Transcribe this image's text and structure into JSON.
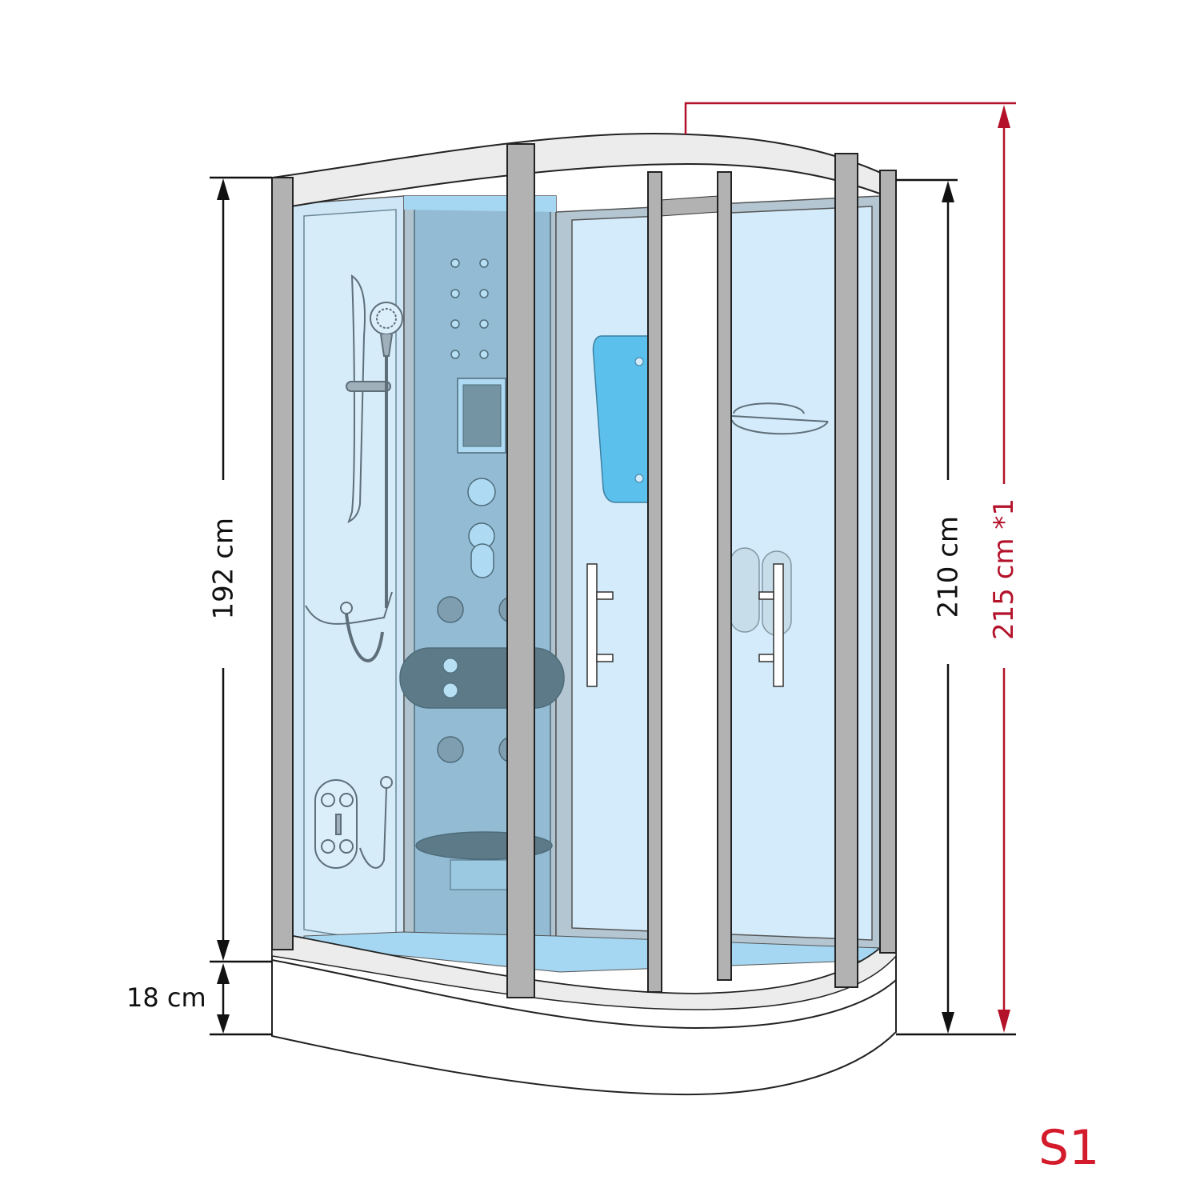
{
  "figure": {
    "subject": "Steam shower cabin, quadrant with curved front, technical dimension drawing",
    "variant_mark": "S1"
  },
  "dimensions": {
    "cabin_height": {
      "label": "192 cm",
      "color": "#111111"
    },
    "tray_height": {
      "label": "18 cm",
      "color": "#111111"
    },
    "total_height": {
      "label": "210 cm",
      "color": "#111111"
    },
    "total_height_with_roof": {
      "label": "215 cm *1",
      "color": "#b3122a"
    }
  },
  "components": {
    "left_wall": [
      "hand-shower",
      "slide-rail",
      "shower-hose",
      "towel-bar",
      "foot-massager"
    ],
    "center_panel": [
      "body-jets",
      "display-panel",
      "control-knob",
      "mixer-lever",
      "massage-jets",
      "headrest-cushion",
      "corner-seat"
    ],
    "right_side": [
      "backrest-panel",
      "door-handle-left",
      "door-handle-right",
      "wire-shelf",
      "soap-dispensers"
    ]
  },
  "colors": {
    "glass": "#d3ebfa",
    "glass_dark": "#a9d6ef",
    "back_panel": "#93bcd4",
    "frame": "#b2b2b2",
    "tray": "#ffffff",
    "roof": "#ececec",
    "accent_red": "#b3122a"
  }
}
